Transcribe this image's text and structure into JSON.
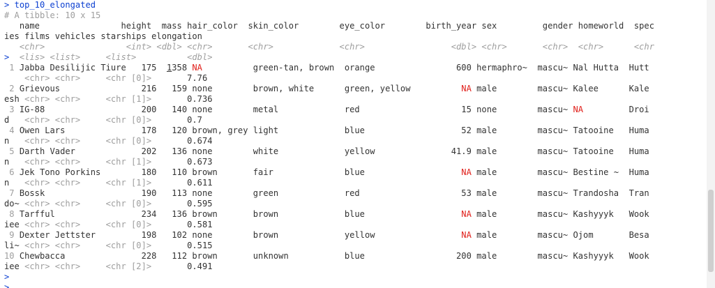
{
  "console": {
    "top_command": "top_10_elongated",
    "tibble_info": "# A tibble: 10 x 15",
    "header1": "   name                height  mass hair_color  skin_color        eye_color        birth_year sex         gender homeworld  spec",
    "header2": "ies films vehicles starships elongation",
    "types1_a": "   <chr>                <int> <dbl> <chr>       <chr>             <chr>                 <dbl> <chr>       <chr>  <chr>      <chr",
    "types2_a": "  <lis> <list>     <list>          <dbl>",
    "rows": [
      {
        "idx": "1",
        "l1": {
          "name": "Jabba Desilijic Tiure",
          "height": "175",
          "mass_hi": "1",
          "mass_rest": "358",
          "hair": "NA",
          "skin": "green-tan, brown",
          "eye": "orange",
          "birth": "600",
          "sex": "hermaphro~",
          "gender": "mascu~",
          "home": "Nal Hutta",
          "spec": "Hutt"
        },
        "l2_pre": "",
        "l2_types": "    <chr> <chr>     <chr [0]>",
        "elong": "7.76"
      },
      {
        "idx": "2",
        "l1": {
          "name": "Grievous",
          "height": "216",
          "mass": "159",
          "hair": "none",
          "skin": "brown, white",
          "eye": "green, yellow",
          "birth": "NA",
          "sex": "male",
          "gender": "mascu~",
          "home": "Kalee",
          "spec": "Kale"
        },
        "l2_pre": "esh",
        "l2_types": " <chr> <chr>     <chr [1]>",
        "elong": "0.736"
      },
      {
        "idx": "3",
        "l1": {
          "name": "IG-88",
          "height": "200",
          "mass": "140",
          "hair": "none",
          "skin": "metal",
          "eye": "red",
          "birth": "15",
          "sex": "none",
          "gender": "mascu~",
          "home": "NA",
          "spec": "Droi"
        },
        "l2_pre": "d",
        "l2_types": "   <chr> <chr>     <chr [0]>",
        "elong": "0.7"
      },
      {
        "idx": "4",
        "l1": {
          "name": "Owen Lars",
          "height": "178",
          "mass": "120",
          "hair": "brown, grey",
          "skin": "light",
          "eye": "blue",
          "birth": "52",
          "sex": "male",
          "gender": "mascu~",
          "home": "Tatooine",
          "spec": "Huma"
        },
        "l2_pre": "n",
        "l2_types": "   <chr> <chr>     <chr [0]>",
        "elong": "0.674"
      },
      {
        "idx": "5",
        "l1": {
          "name": "Darth Vader",
          "height": "202",
          "mass": "136",
          "hair": "none",
          "skin": "white",
          "eye": "yellow",
          "birth": "41.9",
          "sex": "male",
          "gender": "mascu~",
          "home": "Tatooine",
          "spec": "Huma"
        },
        "l2_pre": "n",
        "l2_types": "   <chr> <chr>     <chr [1]>",
        "elong": "0.673"
      },
      {
        "idx": "6",
        "l1": {
          "name": "Jek Tono Porkins",
          "height": "180",
          "mass": "110",
          "hair": "brown",
          "skin": "fair",
          "eye": "blue",
          "birth": "NA",
          "sex": "male",
          "gender": "mascu~",
          "home": "Bestine ~",
          "spec": "Huma"
        },
        "l2_pre": "n",
        "l2_types": "   <chr> <chr>     <chr [1]>",
        "elong": "0.611"
      },
      {
        "idx": "7",
        "l1": {
          "name": "Bossk",
          "height": "190",
          "mass": "113",
          "hair": "none",
          "skin": "green",
          "eye": "red",
          "birth": "53",
          "sex": "male",
          "gender": "mascu~",
          "home": "Trandosha",
          "spec": "Tran"
        },
        "l2_pre": "do~",
        "l2_types": " <chr> <chr>     <chr [0]>",
        "elong": "0.595"
      },
      {
        "idx": "8",
        "l1": {
          "name": "Tarfful",
          "height": "234",
          "mass": "136",
          "hair": "brown",
          "skin": "brown",
          "eye": "blue",
          "birth": "NA",
          "sex": "male",
          "gender": "mascu~",
          "home": "Kashyyyk",
          "spec": "Wook"
        },
        "l2_pre": "iee",
        "l2_types": " <chr> <chr>     <chr [0]>",
        "elong": "0.581"
      },
      {
        "idx": "9",
        "l1": {
          "name": "Dexter Jettster",
          "height": "198",
          "mass": "102",
          "hair": "none",
          "skin": "brown",
          "eye": "yellow",
          "birth": "NA",
          "sex": "male",
          "gender": "mascu~",
          "home": "Ojom",
          "spec": "Besa"
        },
        "l2_pre": "li~",
        "l2_types": " <chr> <chr>     <chr [0]>",
        "elong": "0.515"
      },
      {
        "idx": "10",
        "l1": {
          "name": "Chewbacca",
          "height": "228",
          "mass": "112",
          "hair": "brown",
          "skin": "unknown",
          "eye": "blue",
          "birth": "200",
          "sex": "male",
          "gender": "mascu~",
          "home": "Kashyyyk",
          "spec": "Wook"
        },
        "l2_pre": "iee",
        "l2_types": " <chr> <chr>     <chr [2]>",
        "elong": "0.491"
      }
    ],
    "prompt": ">"
  },
  "colors": {
    "command": "#0b3fd1",
    "gray": "#9e9e9e",
    "na": "#e0201b",
    "text": "#333333"
  }
}
